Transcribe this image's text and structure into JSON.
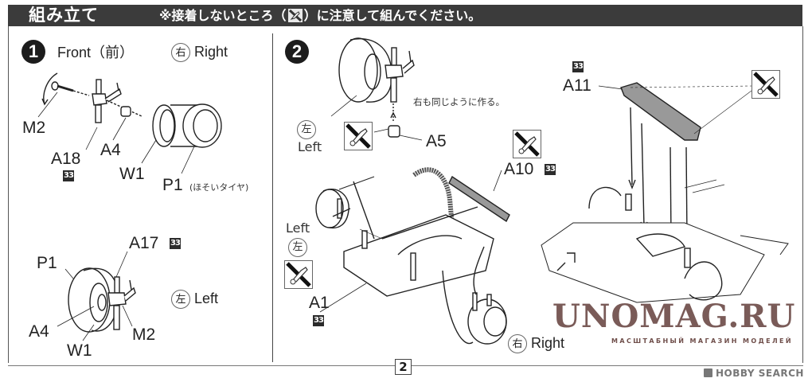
{
  "header": {
    "title": "組み立て",
    "note_before_icon": "※接着しないところ（",
    "note_after_icon": "）に注意して組んでください。",
    "note_icon": "no-glue-icon"
  },
  "page_number": "2",
  "part_badge": "33",
  "step1": {
    "number": "1",
    "front_label": "Front（前）",
    "right_side": {
      "kanji": "右",
      "label": "Right"
    },
    "left_side": {
      "kanji": "左",
      "label": "Left"
    },
    "right_parts": {
      "m2": "M2",
      "a18": "A18",
      "a4": "A4",
      "w1": "W1",
      "p1": "P1",
      "p1_note": "(ほそいタイヤ)"
    },
    "left_parts": {
      "p1": "P1",
      "a17": "A17",
      "a4": "A4",
      "w1": "W1",
      "m2": "M2"
    }
  },
  "step2": {
    "number": "2",
    "top_left": {
      "kanji": "左",
      "label": "Left"
    },
    "same_note": "右も同じように作る。",
    "a5": "A5",
    "a10": "A10",
    "a11": "A11",
    "a1": "A1",
    "mid_left": {
      "label": "Left",
      "kanji": "左"
    },
    "bottom_right": {
      "kanji": "右",
      "label": "Right"
    }
  },
  "watermark": {
    "title": "UNOMAG.RU",
    "subtitle": "МАСШТАБНЫЙ МАГАЗИН МОДЕЛЕЙ"
  },
  "credit": "HOBBY SEARCH",
  "colors": {
    "header_bg": "#3b3b3b",
    "ink": "#1a1a1a",
    "watermark": "#6f4e4a",
    "credit": "#777777"
  }
}
